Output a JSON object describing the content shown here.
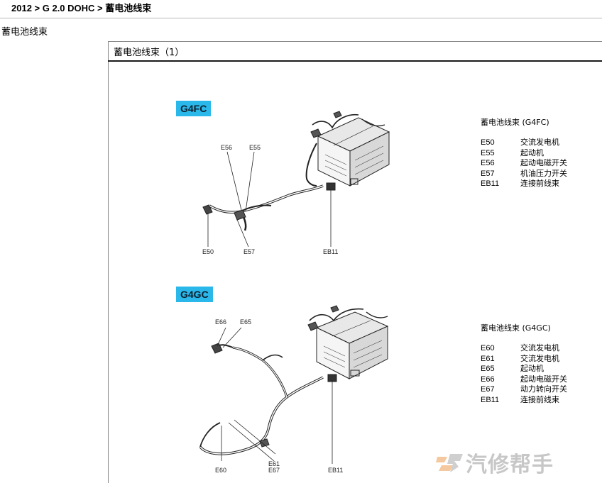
{
  "breadcrumb": "2012 > G 2.0 DOHC > 蓄电池线束",
  "page_heading": "蓄电池线束",
  "diagram_title": "蓄电池线束（1）",
  "sections": [
    {
      "tag": "G4FC",
      "legend_title": "蓄电池线束 (G4FC)",
      "labels": {
        "e56": "E56",
        "e55": "E55",
        "e50": "E50",
        "e57": "E57",
        "eb11": "EB11"
      },
      "legend": [
        {
          "code": "E50",
          "desc": "交流发电机"
        },
        {
          "code": "E55",
          "desc": "起动机"
        },
        {
          "code": "E56",
          "desc": "起动电磁开关"
        },
        {
          "code": "E57",
          "desc": "机油压力开关"
        },
        {
          "code": "EB11",
          "desc": "连接前线束"
        }
      ]
    },
    {
      "tag": "G4GC",
      "legend_title": "蓄电池线束 (G4GC)",
      "labels": {
        "e66": "E66",
        "e65": "E65",
        "e60": "E60",
        "e61": "E61",
        "e67": "E67",
        "eb11": "EB11"
      },
      "legend": [
        {
          "code": "E60",
          "desc": "交流发电机"
        },
        {
          "code": "E61",
          "desc": "交流发电机"
        },
        {
          "code": "E65",
          "desc": "起动机"
        },
        {
          "code": "E66",
          "desc": "起动电磁开关"
        },
        {
          "code": "E67",
          "desc": "动力转向开关"
        },
        {
          "code": "EB11",
          "desc": "连接前线束"
        }
      ]
    }
  ],
  "watermark": {
    "text": "汽修帮手",
    "icon": "logo-icon"
  }
}
